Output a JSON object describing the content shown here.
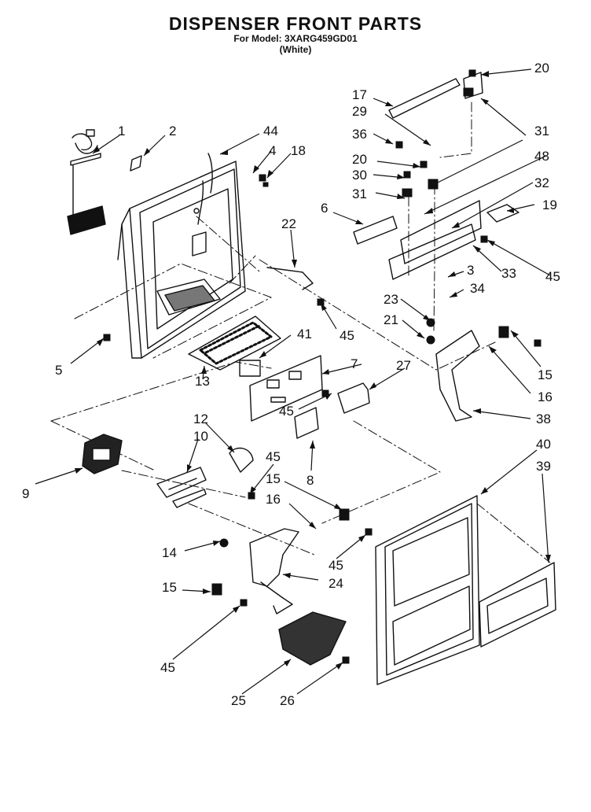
{
  "header": {
    "title": "DISPENSER FRONT PARTS",
    "model": "For Model: 3XARG459GD01",
    "color": "(White)"
  },
  "callouts": [
    {
      "key": "c1",
      "label": "1"
    },
    {
      "key": "c2",
      "label": "2"
    },
    {
      "key": "c44",
      "label": "44"
    },
    {
      "key": "c4",
      "label": "4"
    },
    {
      "key": "c18",
      "label": "18"
    },
    {
      "key": "c17",
      "label": "17"
    },
    {
      "key": "c29",
      "label": "29"
    },
    {
      "key": "c36",
      "label": "36"
    },
    {
      "key": "c20a",
      "label": "20"
    },
    {
      "key": "c20b",
      "label": "20"
    },
    {
      "key": "c30",
      "label": "30"
    },
    {
      "key": "c31a",
      "label": "31"
    },
    {
      "key": "c31b",
      "label": "31"
    },
    {
      "key": "c48",
      "label": "48"
    },
    {
      "key": "c32",
      "label": "32"
    },
    {
      "key": "c19",
      "label": "19"
    },
    {
      "key": "c6",
      "label": "6"
    },
    {
      "key": "c22",
      "label": "22"
    },
    {
      "key": "c33",
      "label": "33"
    },
    {
      "key": "c45a",
      "label": "45"
    },
    {
      "key": "c3",
      "label": "3"
    },
    {
      "key": "c34",
      "label": "34"
    },
    {
      "key": "c23",
      "label": "23"
    },
    {
      "key": "c21",
      "label": "21"
    },
    {
      "key": "c45b",
      "label": "45"
    },
    {
      "key": "c5",
      "label": "5"
    },
    {
      "key": "c41",
      "label": "41"
    },
    {
      "key": "c7",
      "label": "7"
    },
    {
      "key": "c27",
      "label": "27"
    },
    {
      "key": "c13",
      "label": "13"
    },
    {
      "key": "c15a",
      "label": "15"
    },
    {
      "key": "c16a",
      "label": "16"
    },
    {
      "key": "c38",
      "label": "38"
    },
    {
      "key": "c45c",
      "label": "45"
    },
    {
      "key": "c12",
      "label": "12"
    },
    {
      "key": "c10",
      "label": "10"
    },
    {
      "key": "c9",
      "label": "9"
    },
    {
      "key": "c8",
      "label": "8"
    },
    {
      "key": "c40",
      "label": "40"
    },
    {
      "key": "c39",
      "label": "39"
    },
    {
      "key": "c45d",
      "label": "45"
    },
    {
      "key": "c15b",
      "label": "15"
    },
    {
      "key": "c16b",
      "label": "16"
    },
    {
      "key": "c14",
      "label": "14"
    },
    {
      "key": "c45e",
      "label": "45"
    },
    {
      "key": "c24",
      "label": "24"
    },
    {
      "key": "c15c",
      "label": "15"
    },
    {
      "key": "c45f",
      "label": "45"
    },
    {
      "key": "c25",
      "label": "25"
    },
    {
      "key": "c26",
      "label": "26"
    }
  ]
}
